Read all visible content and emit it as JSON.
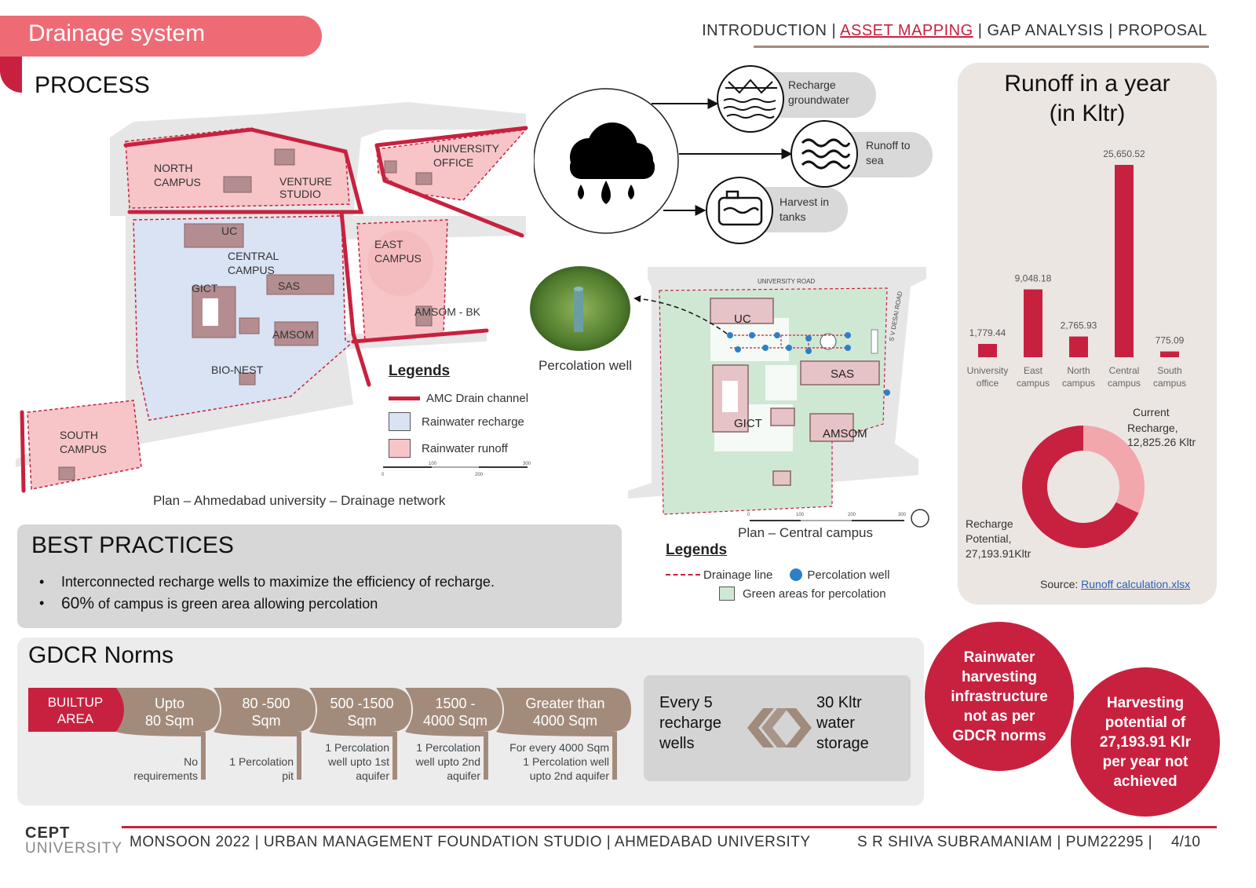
{
  "header": {
    "title": "Drainage system",
    "process_heading": "PROCESS",
    "nav": [
      {
        "label": "INTRODUCTION",
        "active": false
      },
      {
        "label": "ASSET MAPPING",
        "active": true
      },
      {
        "label": "GAP ANALYSIS",
        "active": false
      },
      {
        "label": "PROPOSAL",
        "active": false
      }
    ],
    "nav_separator": " | "
  },
  "main_map": {
    "labels": {
      "north": "NORTH\nCAMPUS",
      "venture": "VENTURE\nSTUDIO",
      "university_office": "UNIVERSITY\nOFFICE",
      "uc": "UC",
      "central": "CENTRAL\nCAMPUS",
      "gict": "GICT",
      "sas": "SAS",
      "east": "EAST\nCAMPUS",
      "amsom_bk": "AMSOM - BK",
      "amsom": "AMSOM",
      "bio_nest": "BIO-NEST",
      "south": "SOUTH\nCAMPUS"
    },
    "scale": [
      "0",
      "100",
      "200",
      "300"
    ],
    "caption": "Plan – Ahmedabad university – Drainage network"
  },
  "legend1": {
    "title": "Legends",
    "items": [
      {
        "label": "AMC Drain channel",
        "color": "#c8213f"
      },
      {
        "label": "Rainwater recharge",
        "color": "#d9e3f4"
      },
      {
        "label": "Rainwater runoff",
        "color": "#f7c5c8"
      }
    ]
  },
  "water_cycle": {
    "outcomes": [
      {
        "label": "Recharge\ngroundwater",
        "icon": "groundwater-icon"
      },
      {
        "label": "Runoff to\nsea",
        "icon": "waves-icon"
      },
      {
        "label": "Harvest in\ntanks",
        "icon": "tank-icon"
      }
    ]
  },
  "percolation": {
    "label": "Percolation well"
  },
  "central_map": {
    "labels": {
      "road_top": "UNIVERSITY ROAD",
      "road_side": "S V DESAI ROAD",
      "uc": "UC",
      "sas": "SAS",
      "gict": "GICT",
      "amsom": "AMSOM"
    },
    "scale": [
      "0",
      "100",
      "200",
      "300"
    ],
    "caption": "Plan – Central campus"
  },
  "legend2": {
    "title": "Legends",
    "drainage": "Drainage line",
    "well": "Percolation well",
    "green": "Green areas for percolation",
    "drainage_color": "#c8213f",
    "well_color": "#2f7fc7",
    "green_color": "#cfe8d4"
  },
  "runoff": {
    "title_line1": "Runoff in a year",
    "title_line2": "(in Kltr)",
    "current_label_1": "Current",
    "current_label_2": "Recharge,",
    "current_label_3": "12,825.26 Kltr",
    "potential_label_1": "Recharge",
    "potential_label_2": "Potential,",
    "potential_label_3": "27,193.91Kltr",
    "source_label": "Source: ",
    "source_link": "Runoff calculation.xlsx"
  },
  "chart_data": [
    {
      "type": "bar",
      "title": "Runoff in a year (in Kltr)",
      "categories": [
        "University office",
        "East campus",
        "North campus",
        "Central campus",
        "South campus"
      ],
      "category_lines": [
        [
          "University",
          "office"
        ],
        [
          "East",
          "campus"
        ],
        [
          "North",
          "campus"
        ],
        [
          "Central",
          "campus"
        ],
        [
          "South",
          "campus"
        ]
      ],
      "values": [
        1779.44,
        9048.18,
        2765.93,
        25650.52,
        775.09
      ],
      "value_labels": [
        "1,779.44",
        "9,048.18",
        "2,765.93",
        "25,650.52",
        "775.09"
      ],
      "color": "#c8213f",
      "ylim": [
        0,
        25650.52
      ]
    },
    {
      "type": "pie",
      "categories": [
        "Current Recharge",
        "Recharge Potential"
      ],
      "values": [
        12825.26,
        27193.91
      ],
      "colors": [
        "#f2a7ad",
        "#c8213f"
      ]
    }
  ],
  "best_practices": {
    "title": "BEST PRACTICES",
    "item1": "Interconnected recharge wells to maximize the efficiency of recharge.",
    "item2_big": "60%",
    "item2_rest": " of campus is green area allowing percolation"
  },
  "gdcr": {
    "title": "GDCR Norms",
    "builtup": [
      "BUILTUP",
      "AREA"
    ],
    "steps": [
      {
        "area": [
          "Upto",
          "80 Sqm"
        ],
        "req": [
          "No",
          "requirements"
        ]
      },
      {
        "area": [
          "80 -500",
          "Sqm"
        ],
        "req": [
          "1 Percolation",
          "pit"
        ]
      },
      {
        "area": [
          "500 -1500",
          "Sqm"
        ],
        "req": [
          "1 Percolation",
          "well upto 1st",
          "aquifer"
        ]
      },
      {
        "area": [
          "1500 -",
          "4000 Sqm"
        ],
        "req": [
          "1 Percolation",
          "well upto 2nd",
          "aquifer"
        ]
      },
      {
        "area": [
          "Greater than",
          "4000 Sqm"
        ],
        "req": [
          "For every 4000 Sqm",
          "1 Percolation well",
          "upto 2nd aquifer"
        ]
      }
    ],
    "every_left": [
      "Every 5",
      "recharge",
      "wells"
    ],
    "every_right": [
      "30 Kltr",
      "water",
      "storage"
    ]
  },
  "circles": {
    "left": "Rainwater harvesting infrastructure not as per GDCR norms",
    "right": "Harvesting potential of 27,193.91 Klr per year not achieved"
  },
  "footer": {
    "logo_line1": "CEPT",
    "logo_line2": "UNIVERSITY",
    "text": "MONSOON 2022 | URBAN MANAGEMENT FOUNDATION STUDIO | AHMEDABAD UNIVERSITY",
    "author": "S R SHIVA SUBRAMANIAM | PUM22295 |",
    "page": "4/10"
  }
}
